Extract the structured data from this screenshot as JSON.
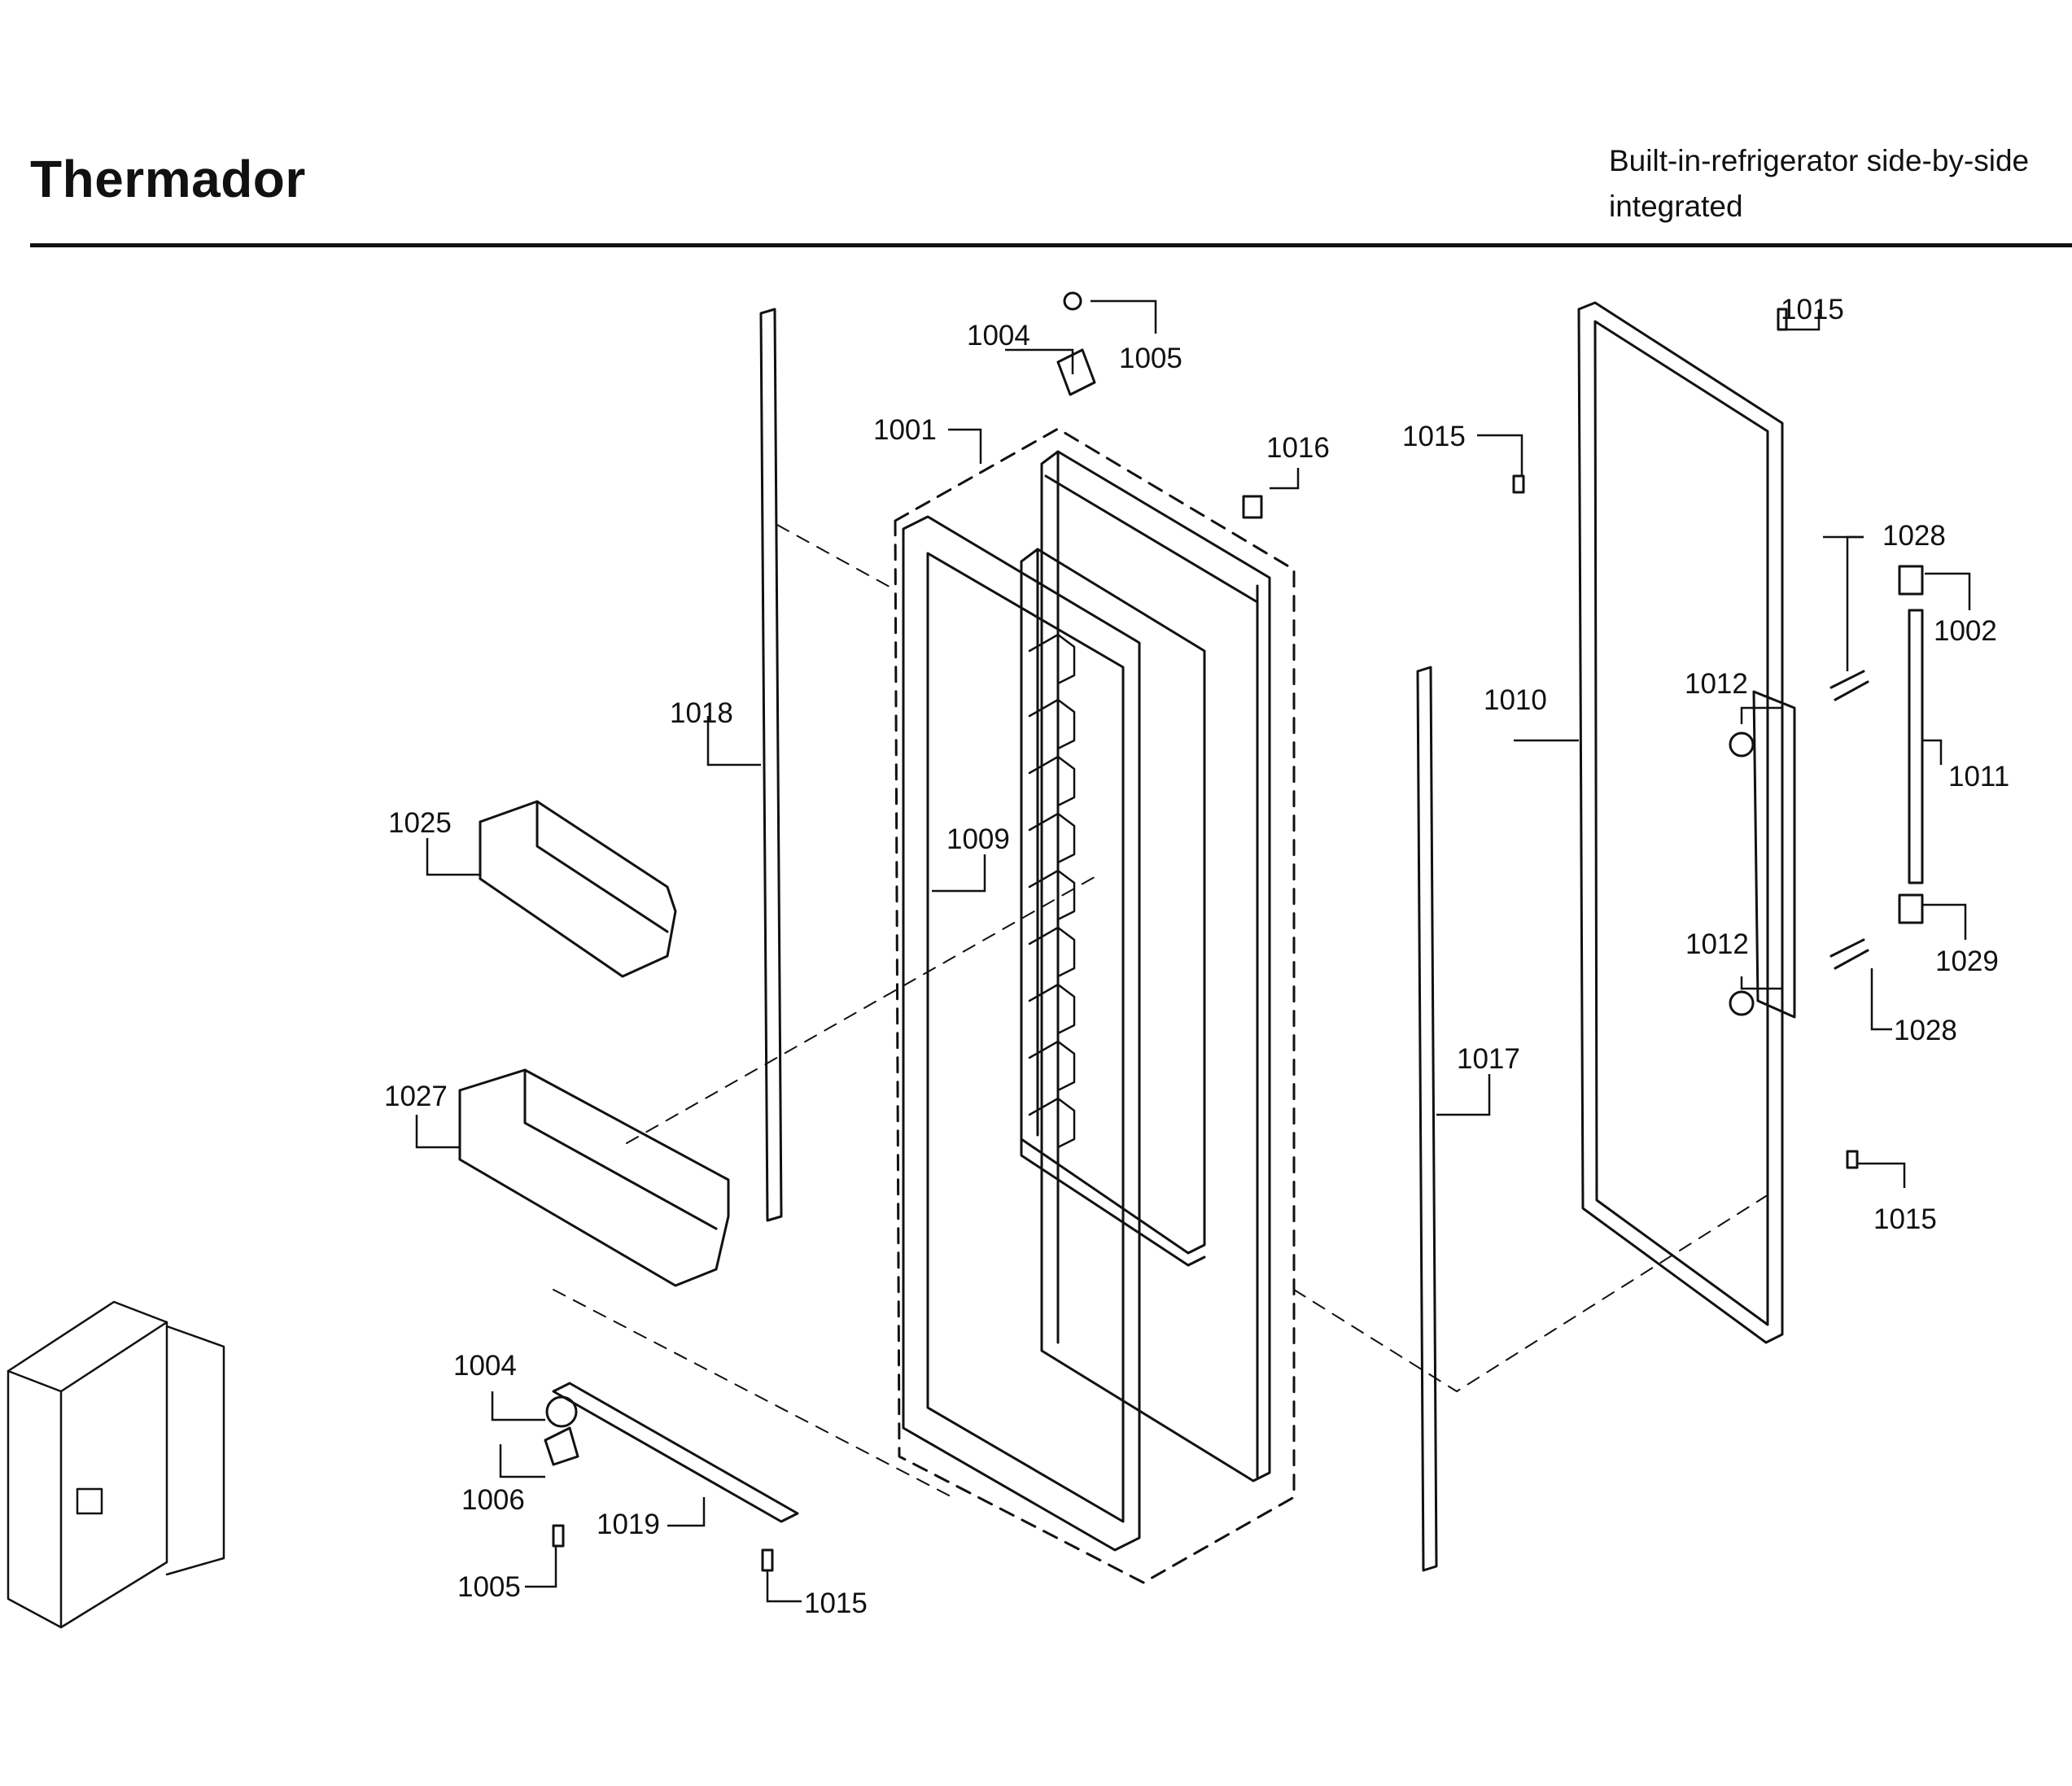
{
  "header": {
    "brand": "Thermador",
    "subtitle_line1": "Built-in-refrigerator side-by-side",
    "subtitle_line2": "integrated"
  },
  "callouts": {
    "c1004_top": "1004",
    "c1005_top": "1005",
    "c1001": "1001",
    "c1016": "1016",
    "c1015_a": "1015",
    "c1015_b": "1015",
    "c1028_top": "1028",
    "c1002": "1002",
    "c1012_top": "1012",
    "c1010": "1010",
    "c1011": "1011",
    "c1018": "1018",
    "c1025": "1025",
    "c1009": "1009",
    "c1012_bottom": "1012",
    "c1029": "1029",
    "c1028_bottom": "1028",
    "c1017": "1017",
    "c1027": "1027",
    "c1015_c": "1015",
    "c1004_bottom": "1004",
    "c1006": "1006",
    "c1019": "1019",
    "c1005_bottom": "1005",
    "c1015_d": "1015"
  }
}
